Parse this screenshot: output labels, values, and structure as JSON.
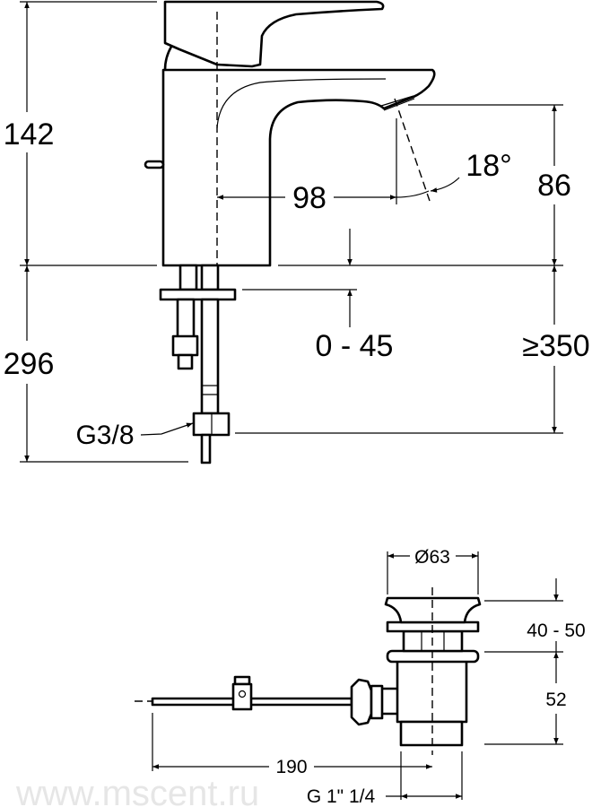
{
  "faucet": {
    "dim_total_height": "142",
    "dim_below_counter": "296",
    "dim_reach": "98",
    "dim_angle": "18°",
    "dim_spout_height": "86",
    "dim_counter_thickness": "0 - 45",
    "dim_min_clearance": "≥350",
    "connection": "G3/8"
  },
  "drain": {
    "dim_diameter": "Ø63",
    "dim_pop_up": "40 - 50",
    "dim_body_height": "52",
    "dim_rod_length": "190",
    "thread": "G 1\" 1/4"
  },
  "watermark": "www.mscent.ru"
}
